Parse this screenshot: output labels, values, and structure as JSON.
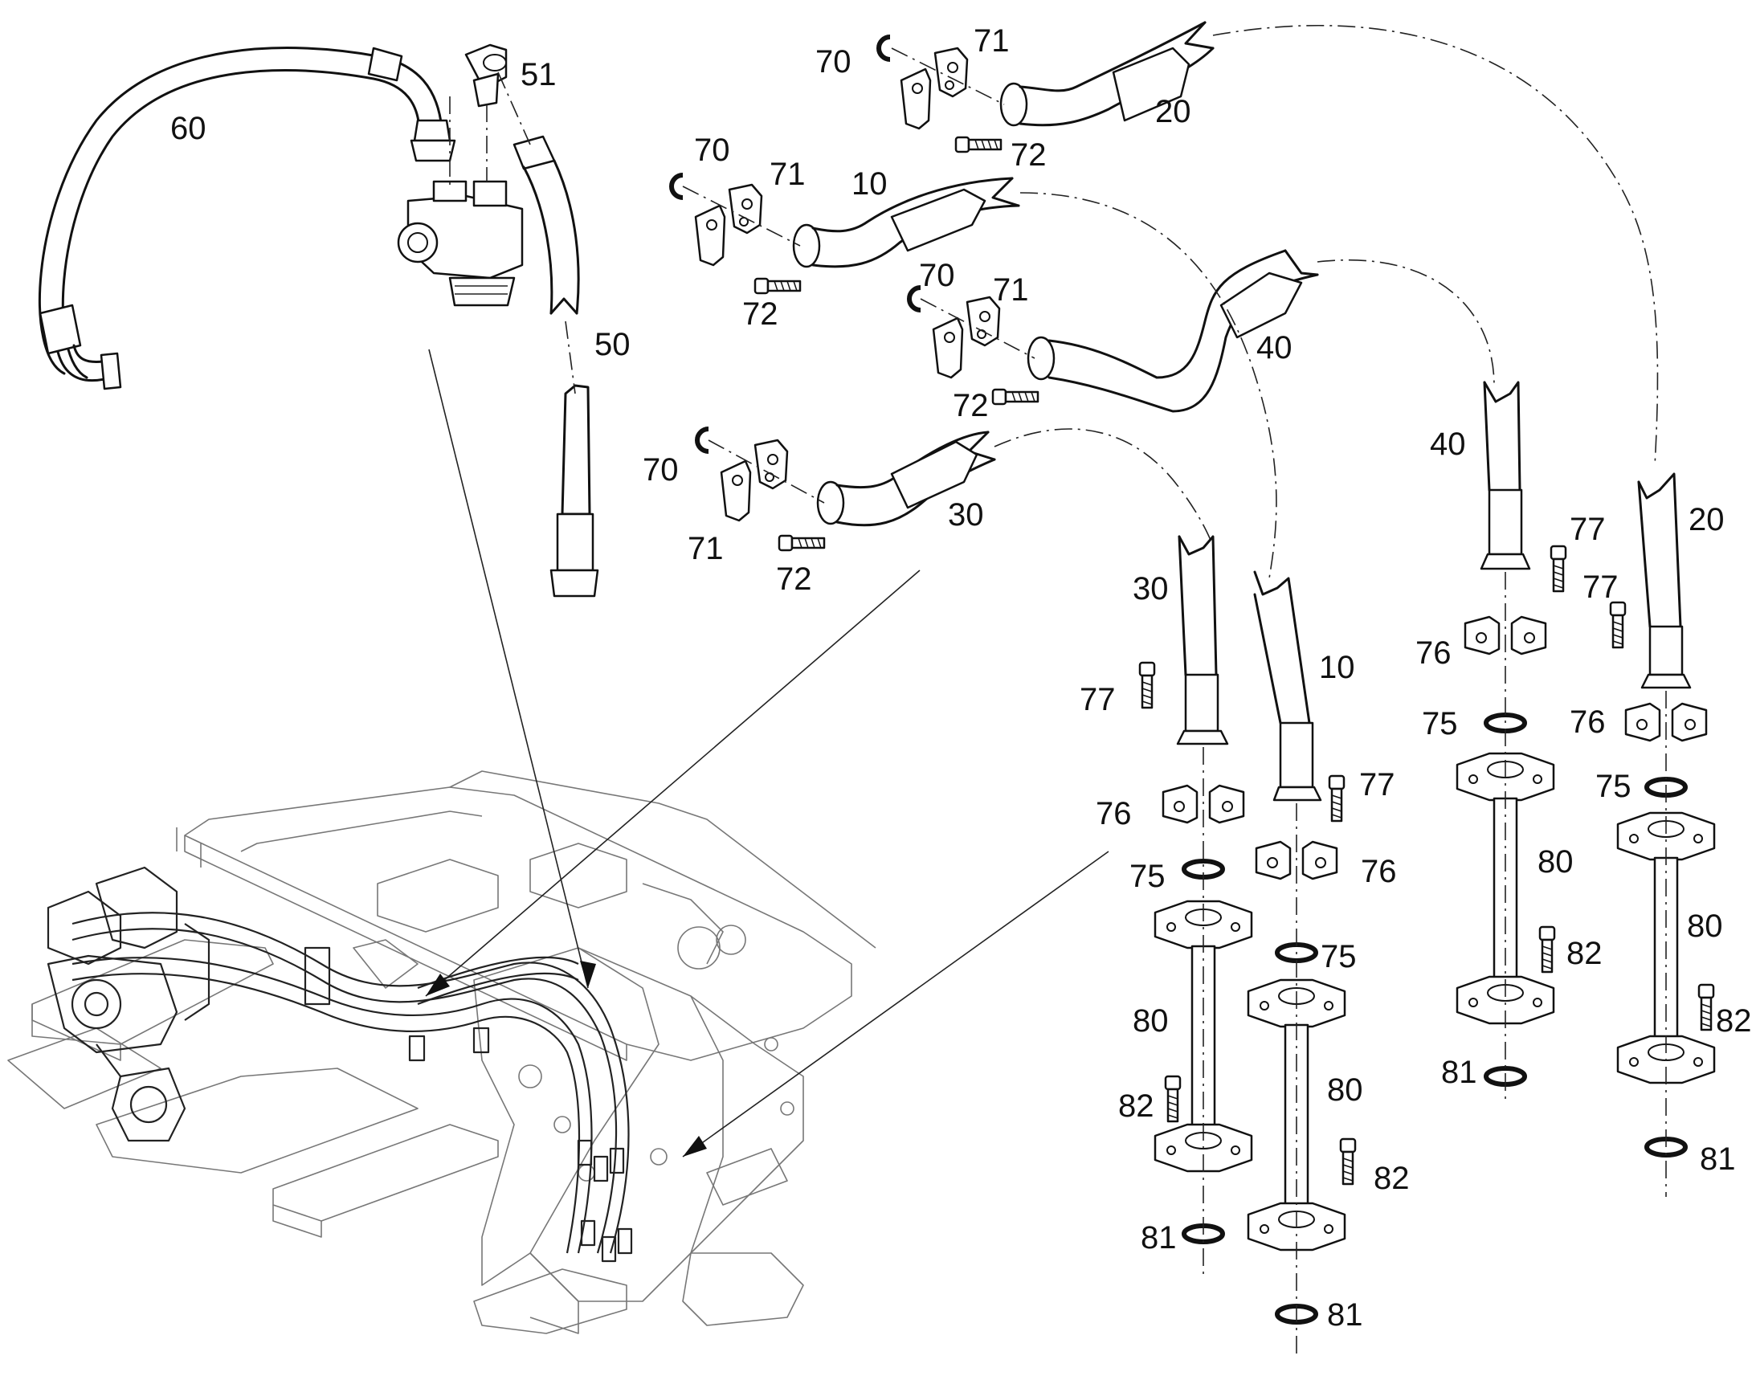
{
  "callouts": {
    "c60": "60",
    "c51": "51",
    "c50": "50",
    "c70a": "70",
    "c71a": "71",
    "c72a": "72",
    "c20a": "20",
    "c70b": "70",
    "c71b": "71",
    "c72b": "72",
    "c10a": "10",
    "c70c": "70",
    "c71c": "71",
    "c72c": "72",
    "c40a": "40",
    "c70d": "70",
    "c71d": "71",
    "c72d": "72",
    "c30a": "30",
    "c30b": "30",
    "c10b": "10",
    "c40b": "40",
    "c20b": "20",
    "c77a": "77",
    "c76a": "76",
    "c75a": "75",
    "c80a": "80",
    "c82a": "82",
    "c81a": "81",
    "c77b": "77",
    "c76b": "76",
    "c75b": "75",
    "c80b": "80",
    "c82b": "82",
    "c81b": "81",
    "c77c": "77",
    "c77d": "77",
    "c76c": "76",
    "c75c": "75",
    "c80c": "80",
    "c82c": "82",
    "c81c": "81",
    "c76d": "76",
    "c75d": "75",
    "c80d": "80",
    "c82d": "82",
    "c81d": "81"
  }
}
